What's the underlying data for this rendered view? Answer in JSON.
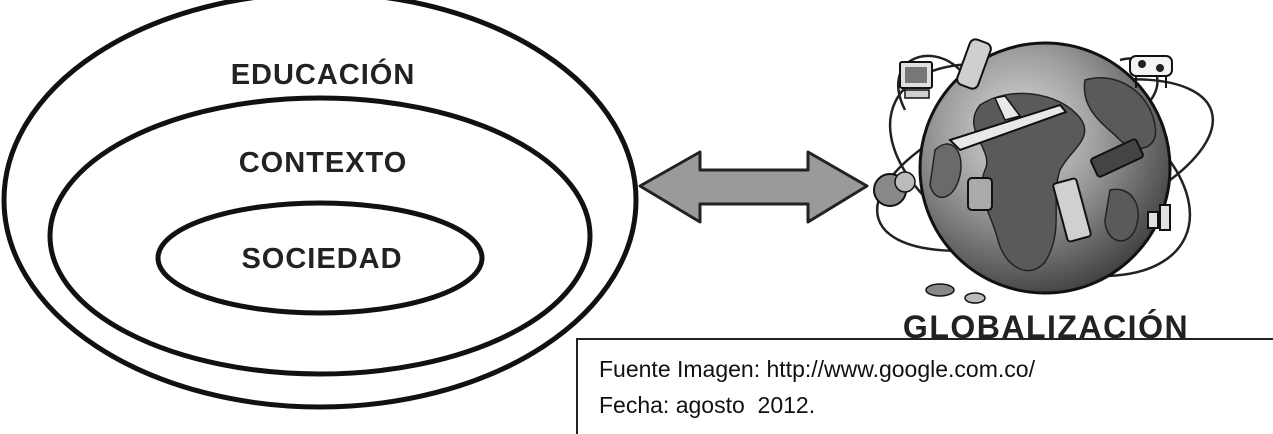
{
  "diagram": {
    "outer_label": "EDUCACIÓN",
    "middle_label": "CONTEXTO",
    "inner_label": "SOCIEDAD",
    "globe_label": "GLOBALIZACIÓN"
  },
  "source": {
    "line1": "Fuente Imagen: http://www.google.com.co/",
    "line2": "Fecha: agosto  2012."
  },
  "colors": {
    "ellipse_stroke": "#111111",
    "arrow_fill": "#9a9a9a",
    "globe_ocean": "#8e8e8e",
    "globe_land": "#5a5a5a"
  }
}
